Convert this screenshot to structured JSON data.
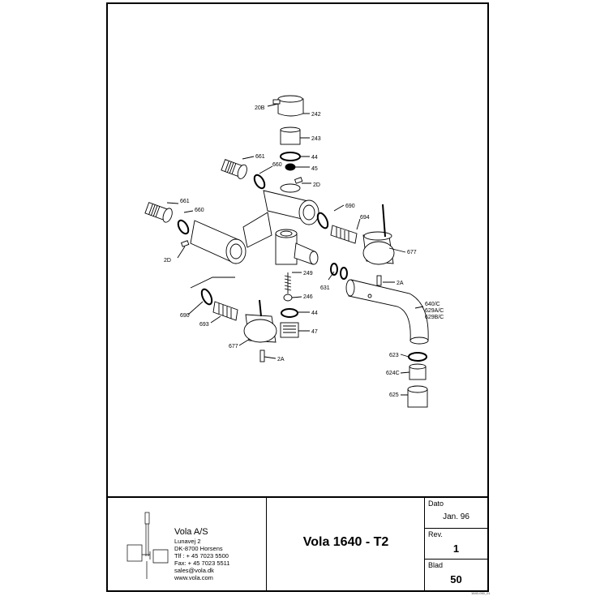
{
  "drawing": {
    "parts": [
      "20B",
      "242",
      "243",
      "44",
      "45",
      "661",
      "660",
      "2D",
      "690",
      "694",
      "677",
      "661",
      "660",
      "2D",
      "631",
      "249",
      "246",
      "44",
      "2A",
      "640/C",
      "629A/C",
      "629B/C",
      "690",
      "693",
      "677",
      "47",
      "2A",
      "623",
      "624C",
      "625"
    ]
  },
  "title_block": {
    "company": {
      "name": "Vola A/S",
      "street": "Lunavej 2",
      "city": "DK-8700 Horsens",
      "phone": "Tlf : + 45 7023 5500",
      "fax": "Fax: + 45 7023 5511",
      "email": "sales@vola.dk",
      "web": "www.vola.com"
    },
    "title": "Vola 1640 - T2",
    "dato_label": "Dato",
    "dato_value": "Jan. 96",
    "rev_label": "Rev.",
    "rev_value": "1",
    "blad_label": "Blad",
    "blad_value": "50"
  },
  "footer_code": "1640-050_01"
}
